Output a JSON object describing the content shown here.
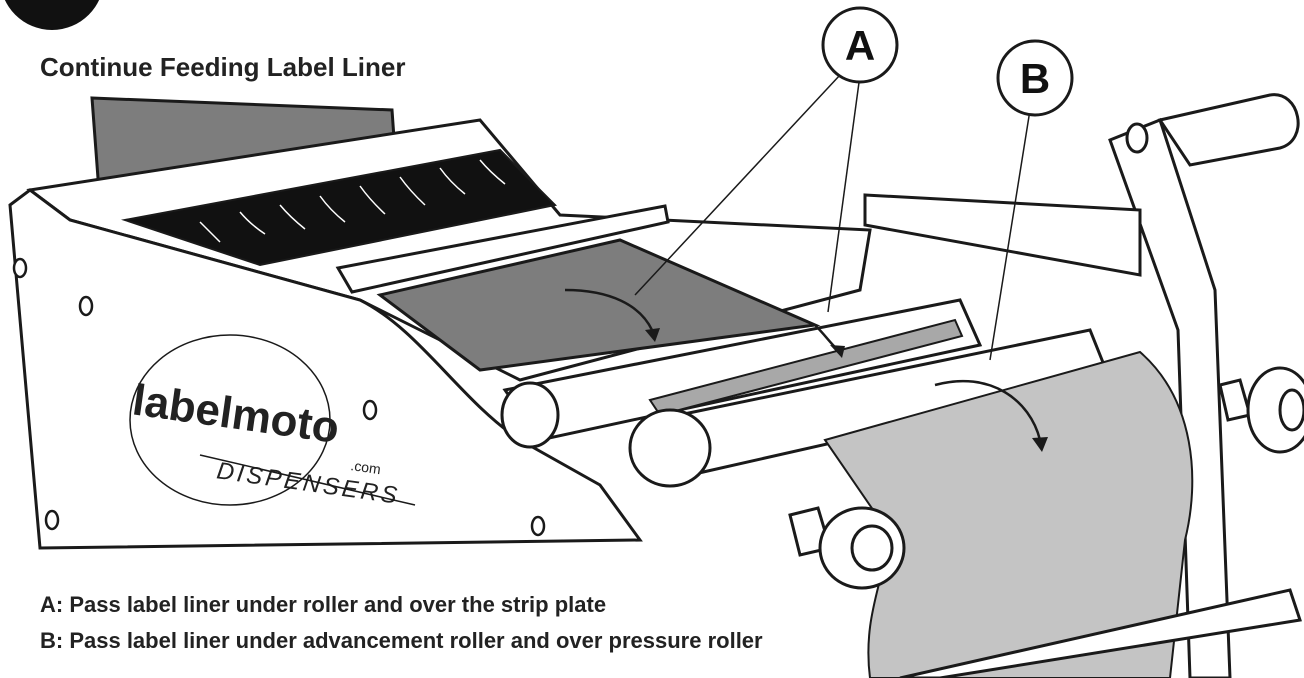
{
  "step": {
    "title": "Continue Feeding Label Liner"
  },
  "callouts": [
    {
      "letter": "A",
      "caption": "A: Pass label liner under roller and over the strip plate"
    },
    {
      "letter": "B",
      "caption": "B: Pass label liner under advancement roller and over pressure roller"
    }
  ],
  "logo": {
    "wordmark": "labelmoto",
    "suffix": ".com",
    "tagline": "DISPENSERS"
  },
  "colors": {
    "line": "#1a1a1a",
    "dark_fill": "#111111",
    "plate_gray": "#7d7d7d",
    "liner_gray": "#c4c4c4",
    "strip_gray": "#a8a8a8",
    "white": "#ffffff"
  }
}
